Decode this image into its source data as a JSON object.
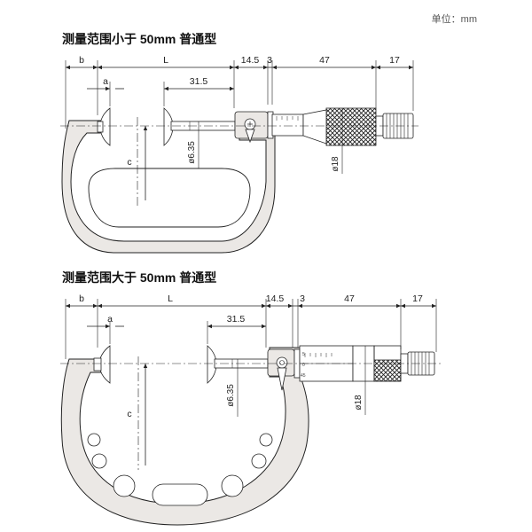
{
  "unit_label": "单位：mm",
  "colors": {
    "frame_fill": "#ebe8e5",
    "line": "#222222",
    "knurl": "#333333",
    "center_line": "#222222"
  },
  "diagrams": [
    {
      "title": "测量范围小于 50mm 普通型",
      "dims": {
        "b": "b",
        "L": "L",
        "d14_5": "14.5",
        "d3": "3",
        "d47": "47",
        "d17": "17",
        "a": "a",
        "d31_5": "31.5",
        "c": "c",
        "dia6_35": "ø6.35",
        "dia18": "ø18"
      }
    },
    {
      "title": "测量范围大于 50mm 普通型",
      "dims": {
        "b": "b",
        "L": "L",
        "d14_5": "14.5",
        "d3": "3",
        "d47": "47",
        "d17": "17",
        "a": "a",
        "d31_5": "31.5",
        "c": "c",
        "dia6_35": "ø6.35",
        "dia18": "ø18"
      },
      "scale_marks": [
        "5",
        "0",
        "45"
      ]
    }
  ]
}
